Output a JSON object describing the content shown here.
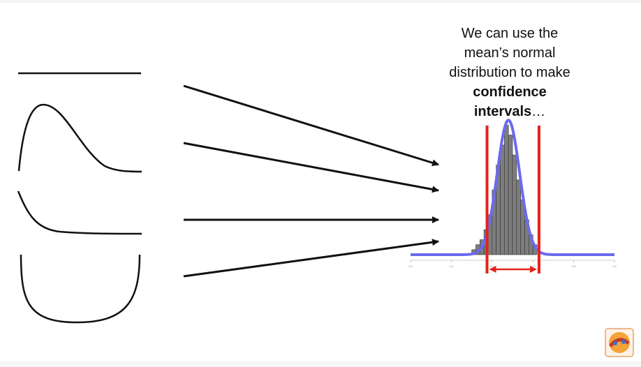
{
  "caption": {
    "line1": "We can use the",
    "line2": "mean’s normal",
    "line3": "distribution to make",
    "bold1": "confidence",
    "bold2": "intervals",
    "tail": "…"
  },
  "colors": {
    "ink": "#111111",
    "curve": "#6a6af0",
    "bounds": "#e0241b",
    "bars": "#7d7d7d"
  },
  "icons": [
    "arrow-icon",
    "statquest-logo-icon"
  ],
  "chart_data": {
    "type": "bar",
    "histogram_bins": [
      {
        "x0": 0.3,
        "x1": 0.32,
        "count": 1
      },
      {
        "x0": 0.32,
        "x1": 0.34,
        "count": 2
      },
      {
        "x0": 0.34,
        "x1": 0.36,
        "count": 3
      },
      {
        "x0": 0.36,
        "x1": 0.38,
        "count": 5
      },
      {
        "x0": 0.38,
        "x1": 0.4,
        "count": 8
      },
      {
        "x0": 0.4,
        "x1": 0.42,
        "count": 13
      },
      {
        "x0": 0.42,
        "x1": 0.44,
        "count": 18
      },
      {
        "x0": 0.44,
        "x1": 0.46,
        "count": 22
      },
      {
        "x0": 0.46,
        "x1": 0.48,
        "count": 26
      },
      {
        "x0": 0.48,
        "x1": 0.5,
        "count": 24
      },
      {
        "x0": 0.5,
        "x1": 0.52,
        "count": 20
      },
      {
        "x0": 0.52,
        "x1": 0.54,
        "count": 15
      },
      {
        "x0": 0.54,
        "x1": 0.56,
        "count": 11
      },
      {
        "x0": 0.56,
        "x1": 0.58,
        "count": 7
      },
      {
        "x0": 0.58,
        "x1": 0.6,
        "count": 4
      },
      {
        "x0": 0.6,
        "x1": 0.62,
        "count": 2
      }
    ],
    "normal_curve": {
      "mean": 0.48,
      "sd": 0.055
    },
    "confidence_interval": [
      0.375,
      0.63
    ],
    "xlim": [
      0.0,
      1.0
    ],
    "ylim": [
      0,
      28
    ],
    "xticks": [
      0.0,
      0.2,
      0.4,
      0.6,
      0.8,
      1.0
    ]
  }
}
